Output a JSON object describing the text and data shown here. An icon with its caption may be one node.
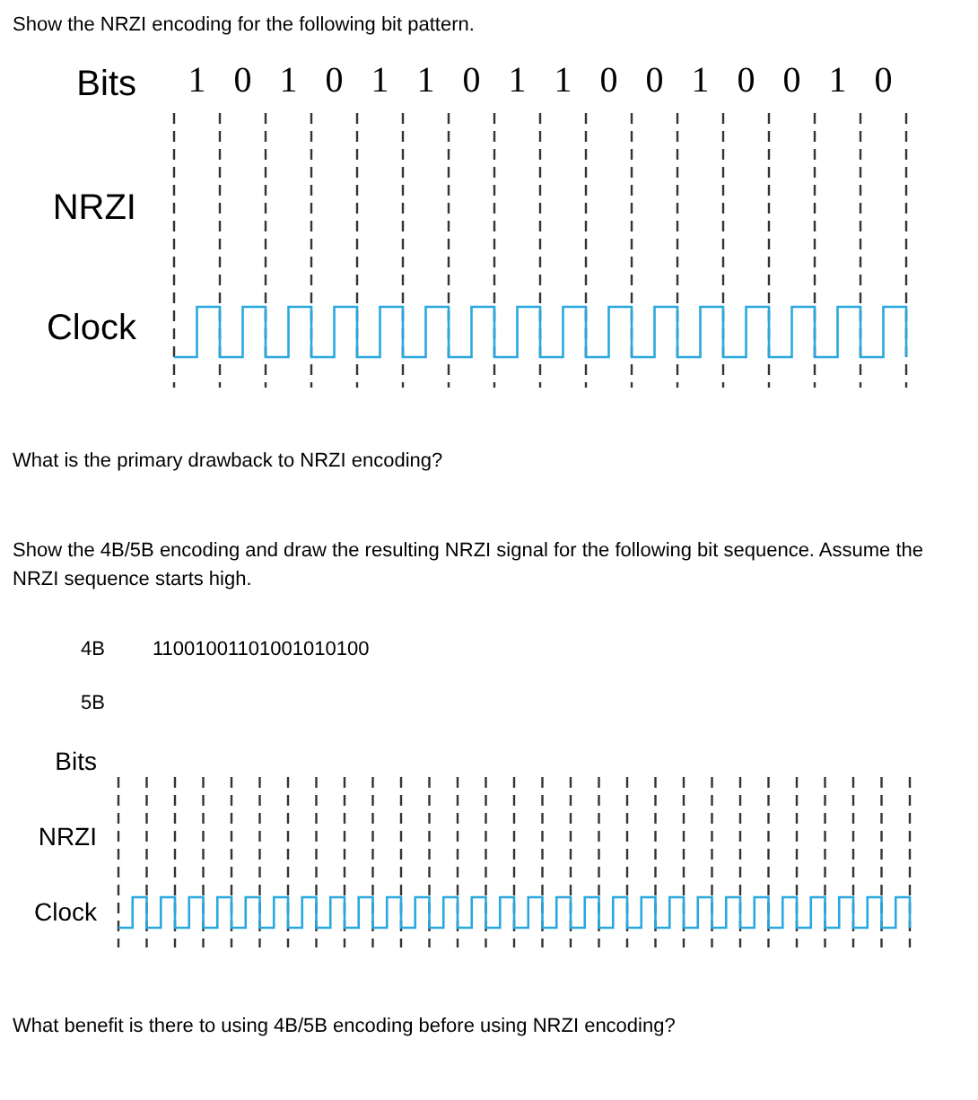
{
  "diagram": {
    "labels": [
      "Show the NRZI encoding for the following bit pattern.",
      "Bits",
      "1",
      "0",
      "1",
      "0",
      "1",
      "1",
      "0",
      "1",
      "1",
      "0",
      "0",
      "1",
      "0",
      "0",
      "1",
      "0",
      "NRZI",
      "Clock",
      "What is the primary drawback to NRZI encoding?",
      "Show the 4B/5B encoding and draw the resulting NRZI signal for the following bit sequence. Assume the NRZI sequence starts high.",
      "4B",
      "11001001101001010100",
      "5B",
      "Bits",
      "NRZI",
      "Clock",
      "What benefit is there to using 4B/5B encoding before using NRZI encoding?"
    ]
  }
}
